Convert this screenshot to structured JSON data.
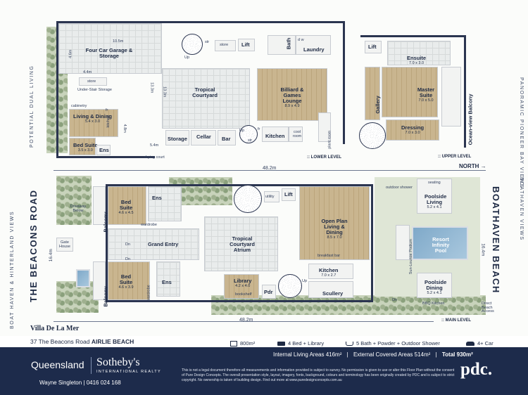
{
  "property": {
    "name": "Villa De La Mer",
    "address_street": "37 The Beacons Road",
    "address_suburb": "AIRLIE BEACH"
  },
  "stats": {
    "area": "800m²",
    "bedrooms": "4 Bed + Library",
    "bathrooms": "5 Bath + Powder + Outdoor Shower",
    "cars": "4+ Car"
  },
  "areas": {
    "internal": "Internal Living Areas 416m²",
    "external": "External Covered Areas 514m²",
    "total": "Total 930m²"
  },
  "levels": {
    "lower": ":: LOWER LEVEL",
    "upper": ":: UPPER LEVEL",
    "main": ":: MAIN LEVEL"
  },
  "north": "NORTH →",
  "side_labels": {
    "left_top": "POTENTIAL DUAL LIVING",
    "left_main": "BOAT HAVEN & HINTERLAND VIEWS",
    "road": "THE BEACONS ROAD",
    "right_upper": "PANORAMIC PIONEER BAY VIEWS",
    "right_main": "BOATHAVEN VIEWS",
    "beach": "BOATHAVEN BEACH"
  },
  "dimensions": {
    "width_top": "48.2m",
    "width_bottom": "48.2m",
    "depth_left": "16.4m",
    "depth_right": "16.4m"
  },
  "lower_level": {
    "garage": {
      "name": "Four Car Garage & Storage",
      "dim": "10.5m"
    },
    "garage_depth": "4.6m",
    "garage_width2": "4.4m",
    "store_1": "store",
    "under_stair": "Under-Stair Storage",
    "cabinetry": "cabinetry",
    "living": {
      "name": "Living & Dining",
      "dim": "5.4 x 3.0"
    },
    "bed": {
      "name": "Bed Suite",
      "dim": "3.5 x 3.0"
    },
    "ens": "Ens",
    "kitchen": "kitchen",
    "fr": "fr",
    "depth_13": "13.3m",
    "depth_48": "4.8m",
    "width_54": "5.4m",
    "drying": "drying court",
    "courtyard": "Tropical Courtyard",
    "courtyard_dim": "13.3m",
    "storage": "Storage",
    "cellar": "Cellar",
    "bar": "Bar",
    "str": "str",
    "up": "Up",
    "store_2": "store",
    "lift": "Lift",
    "bath": "Bath",
    "laundry": "Laundry",
    "dw": "d  w",
    "billiard": {
      "name": "Billiard & Games Lounge",
      "dim": "8.9 x 4.9"
    },
    "kitchen_2": "Kitchen",
    "cool_room": "cool room",
    "plant_room": "plant room"
  },
  "upper_level": {
    "lift": "Lift",
    "ensuite": {
      "name": "Ensuite",
      "dim": "7.0 x 3.0"
    },
    "gallery": "Gallery",
    "master": {
      "name": "Master Suite",
      "dim": "7.0 x 5.0"
    },
    "balcony": "Ocean-view Balcony",
    "dressing": {
      "name": "Dressing",
      "dim": "7.0 x 3.0"
    }
  },
  "main_level": {
    "driveway": "Driveway Below",
    "gate_house": "Gate House",
    "balcony_1": "Balcony",
    "balcony_2": "Balcony",
    "bed_1": {
      "name": "Bed Suite",
      "dim": "4.6 x 4.5"
    },
    "ens_1": "Ens",
    "wardrobe_1": "wardrobe",
    "bed_2": {
      "name": "Bed Suite",
      "dim": "4.6 x 3.9"
    },
    "ens_2": "Ens",
    "wardrobe_2": "wardrobe",
    "entry": "Grand Entry",
    "dn_1": "Dn",
    "dn_2": "Dn",
    "atrium": "Tropical Courtyard Atrium",
    "utility": "utility",
    "lift": "Lift",
    "living": {
      "name": "Open Plan Living & Dining",
      "dim": "8.5 x 7.0"
    },
    "breakfast": "breakfast bar",
    "kitchen": {
      "name": "Kitchen",
      "dim": "7.0 x 2.7"
    },
    "library": {
      "name": "Library",
      "dim": "4.2 x 4.0"
    },
    "bookshelf": "bookshelf",
    "pdr": "Pdr",
    "scullery": "Scullery",
    "up": "Up",
    "outdoor_shower": "outdoor shower",
    "seating": "seating",
    "poolside_living": {
      "name": "Poolside Living",
      "dim": "5.2 x 4.1"
    },
    "sun_lounge": "Sun-Lounge Podium",
    "pool": "Resort Infinity Pool",
    "poolside_dining": {
      "name": "Poolside Dining",
      "dim": "5.2 x 4.1"
    },
    "bbq": "BBQ Kitchen",
    "beach_access": "Direct Beach Access",
    "dn_3": "Dn"
  },
  "footer": {
    "brand_left": "Queensland",
    "brand_right": "Sotheby's",
    "brand_sub": "INTERNATIONAL REALTY",
    "agent": "Wayne Singleton  |  0416 024 168",
    "disclaimer": "This is not a legal document therefore all measurements and information provided is subject to survey. No permission is given to use or alter this Floor Plan without the consent of Pure Design Concepts. The overall presentation style, layout, imagery, fonts, background, colours and terminology has been originally created by PDC and is subject to strict copyright. No ownership is taken of building design. Find out more at www.puredesignconcepts.com.au",
    "logo": "pdc."
  },
  "colors": {
    "navy": "#1d2b4b",
    "wall": "#2b3550",
    "wood": "#c9b58f",
    "pool": "#7fa9c9",
    "garden": "#c8d3bb"
  }
}
